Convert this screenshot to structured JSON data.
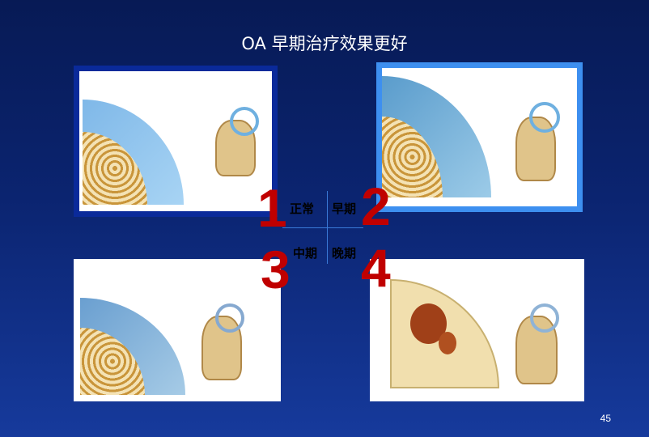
{
  "title": "OA 早期治疗效果更好",
  "stages": [
    {
      "number": "1",
      "label": "正常"
    },
    {
      "number": "2",
      "label": "早期"
    },
    {
      "number": "3",
      "label": "中期"
    },
    {
      "number": "4",
      "label": "晚期"
    }
  ],
  "page_number": "45",
  "colors": {
    "number": "#c00000",
    "frame1": "#0a2a9a",
    "frame2": "#3d8ff0"
  }
}
